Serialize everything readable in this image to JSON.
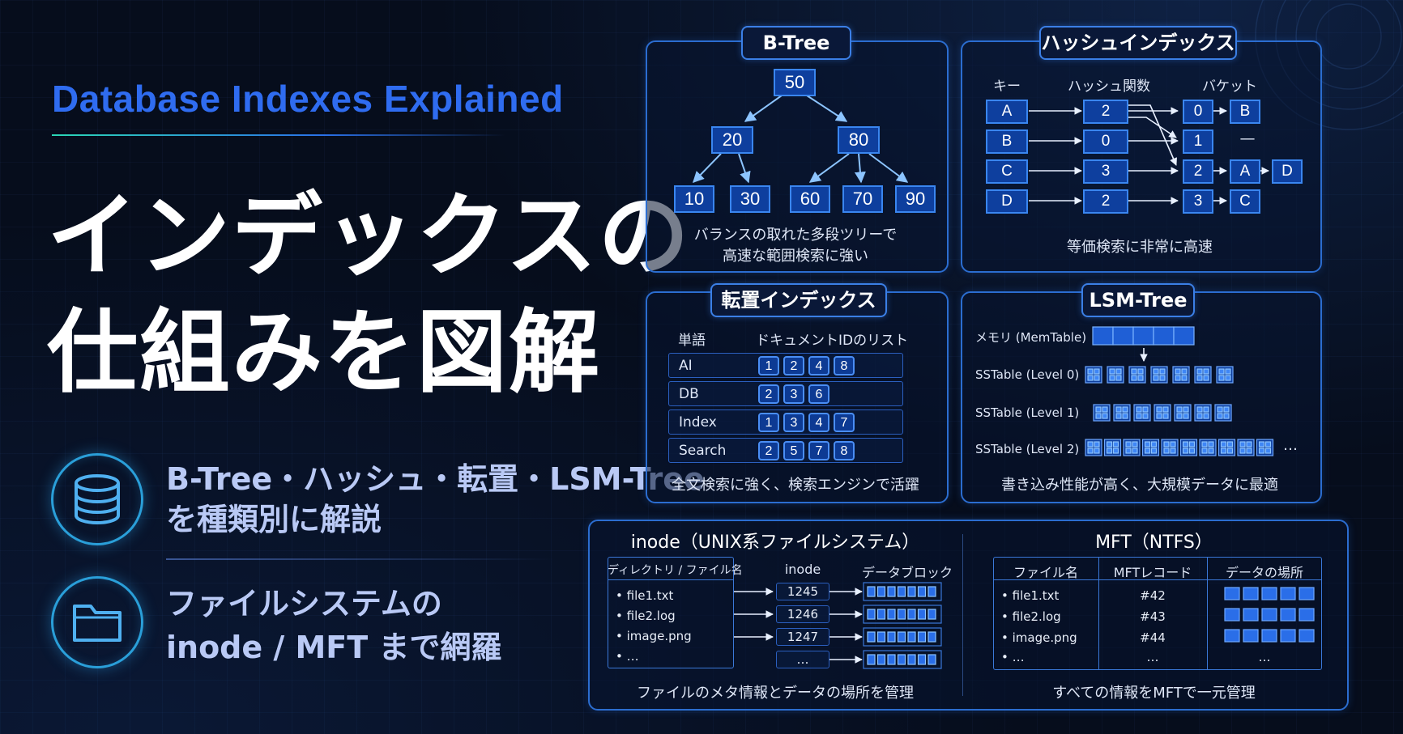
{
  "hero": {
    "subtitle": "Database Indexes Explained",
    "title_line1": "インデックスの",
    "title_line2": "仕組みを図解",
    "features": [
      {
        "icon": "database-icon",
        "line1": "B-Tree・ハッシュ・転置・LSM-Tree",
        "line2": "を種類別に解説"
      },
      {
        "icon": "folder-icon",
        "line1": "ファイルシステムの",
        "line2": "inode / MFT まで網羅"
      }
    ]
  },
  "btree": {
    "title": "B-Tree",
    "root": "50",
    "level1": [
      "20",
      "80"
    ],
    "leaves": [
      "10",
      "30",
      "60",
      "70",
      "90"
    ],
    "caption_line1": "バランスの取れた多段ツリーで",
    "caption_line2": "高速な範囲検索に強い"
  },
  "hash": {
    "title": "ハッシュインデックス",
    "col_key": "キー",
    "col_func": "ハッシュ関数",
    "col_bucket": "バケット",
    "keys": [
      "A",
      "B",
      "C",
      "D"
    ],
    "hashes": [
      "2",
      "0",
      "3",
      "2"
    ],
    "buckets": [
      "0",
      "1",
      "2",
      "3"
    ],
    "bucket_entries": [
      [
        "B"
      ],
      [
        "—"
      ],
      [
        "A",
        "D"
      ],
      [
        "C"
      ]
    ],
    "caption": "等価検索に非常に高速"
  },
  "inverted": {
    "title": "転置インデックス",
    "col_term": "単語",
    "col_list": "ドキュメントIDのリスト",
    "rows": [
      {
        "term": "AI",
        "ids": [
          "1",
          "2",
          "4",
          "8"
        ]
      },
      {
        "term": "DB",
        "ids": [
          "2",
          "3",
          "6"
        ]
      },
      {
        "term": "Index",
        "ids": [
          "1",
          "3",
          "4",
          "7"
        ]
      },
      {
        "term": "Search",
        "ids": [
          "2",
          "5",
          "7",
          "8"
        ]
      }
    ],
    "caption": "全文検索に強く、検索エンジンで活躍"
  },
  "lsm": {
    "title": "LSM-Tree",
    "memtable": "メモリ (MemTable)",
    "level0": "SSTable (Level 0)",
    "level1": "SSTable (Level 1)",
    "level2": "SSTable (Level 2)",
    "more": "…",
    "caption": "書き込み性能が高く、大規模データに最適"
  },
  "inode": {
    "title": "inode（UNIX系ファイルシステム）",
    "col_dir": "ディレクトリ / ファイル名",
    "col_inode": "inode",
    "col_blocks": "データブロック",
    "files": [
      "• file1.txt",
      "• file2.log",
      "• image.png",
      "• …"
    ],
    "inodes": [
      "1245",
      "1246",
      "1247",
      "…"
    ],
    "caption": "ファイルのメタ情報とデータの場所を管理"
  },
  "mft": {
    "title": "MFT（NTFS）",
    "col_name": "ファイル名",
    "col_record": "MFTレコード",
    "col_location": "データの場所",
    "files": [
      "• file1.txt",
      "• file2.log",
      "• image.png",
      "• …"
    ],
    "records": [
      "#42",
      "#43",
      "#44",
      "…"
    ],
    "location_more": "…",
    "caption": "すべての情報をMFTで一元管理"
  },
  "colors": {
    "accent": "#2f6cf0",
    "teal": "#2bd7b5",
    "node": "#0e3f9e",
    "border": "#3a86f0"
  }
}
